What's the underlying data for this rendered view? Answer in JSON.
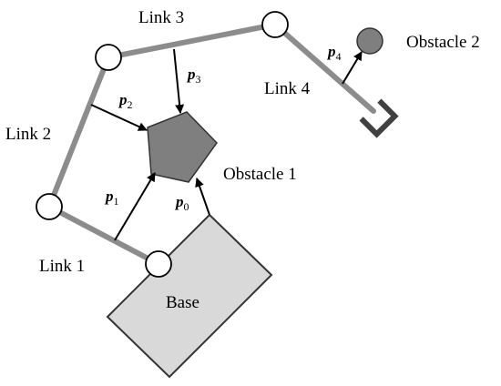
{
  "diagram": {
    "base_label": "Base",
    "links": [
      "Link 1",
      "Link 2",
      "Link 3",
      "Link 4"
    ],
    "obstacles": [
      "Obstacle 1",
      "Obstacle 2"
    ],
    "vectors": [
      {
        "symbol": "p",
        "index": "0"
      },
      {
        "symbol": "p",
        "index": "1"
      },
      {
        "symbol": "p",
        "index": "2"
      },
      {
        "symbol": "p",
        "index": "3"
      },
      {
        "symbol": "p",
        "index": "4"
      }
    ]
  },
  "colors": {
    "link": "#8c8c8c",
    "base_fill": "#d9d9d9",
    "obstacle_fill": "#7f7f7f",
    "gripper": "#404040"
  }
}
